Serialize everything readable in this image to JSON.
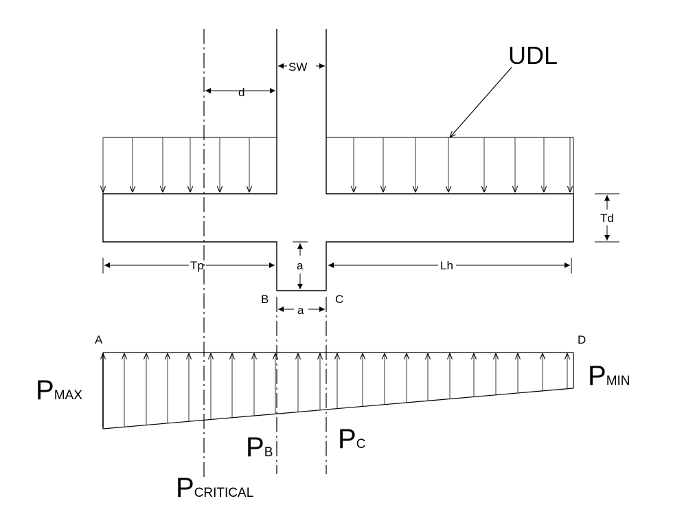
{
  "labels": {
    "udl": "UDL",
    "sw": "SW",
    "d": "d",
    "td": "Td",
    "tp": "Tp",
    "lh": "Lh",
    "a_vertical": "a",
    "a_horizontal": "a",
    "point_a": "A",
    "point_b": "B",
    "point_c": "C",
    "point_d": "D"
  },
  "pressures": {
    "max": {
      "symbol": "P",
      "subscript": "MAX"
    },
    "min": {
      "symbol": "P",
      "subscript": "MIN"
    },
    "b": {
      "symbol": "P",
      "subscript": "B"
    },
    "c": {
      "symbol": "P",
      "subscript": "C"
    },
    "critical": {
      "symbol": "P",
      "subscript": "CRITICAL"
    }
  },
  "colors": {
    "stroke": "#000000",
    "light_stroke": "#444444"
  }
}
